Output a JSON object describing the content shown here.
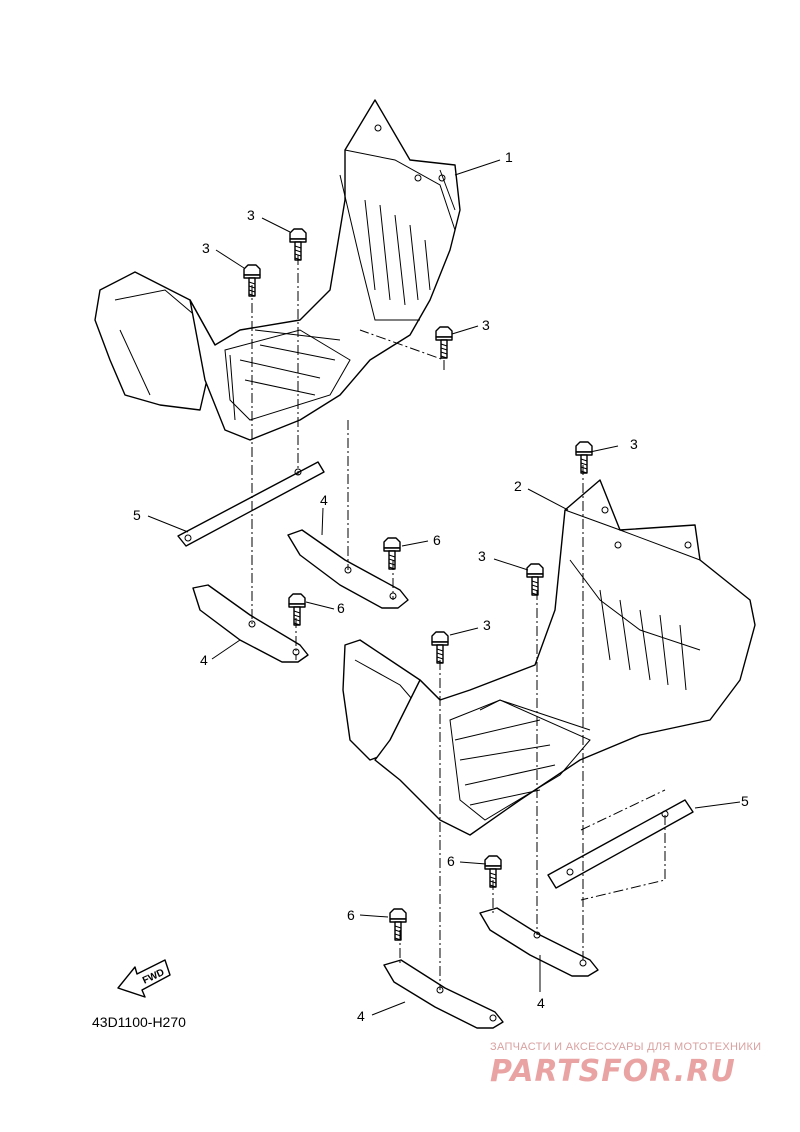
{
  "diagram": {
    "code": "43D1100-H270",
    "fwd_label": "FWD",
    "callouts": {
      "c1": "1",
      "c2": "2",
      "c3a": "3",
      "c3b": "3",
      "c3c": "3",
      "c3d": "3",
      "c3e": "3",
      "c3f": "3",
      "c4a": "4",
      "c4b": "4",
      "c4c": "4",
      "c4d": "4",
      "c5a": "5",
      "c5b": "5",
      "c6a": "6",
      "c6b": "6",
      "c6c": "6",
      "c6d": "6"
    }
  },
  "watermark": {
    "tagline": "ЗАПЧАСТИ И АКСЕССУАРЫ ДЛЯ МОТОТЕХНИКИ",
    "logo": "PARTSFOR.RU"
  }
}
